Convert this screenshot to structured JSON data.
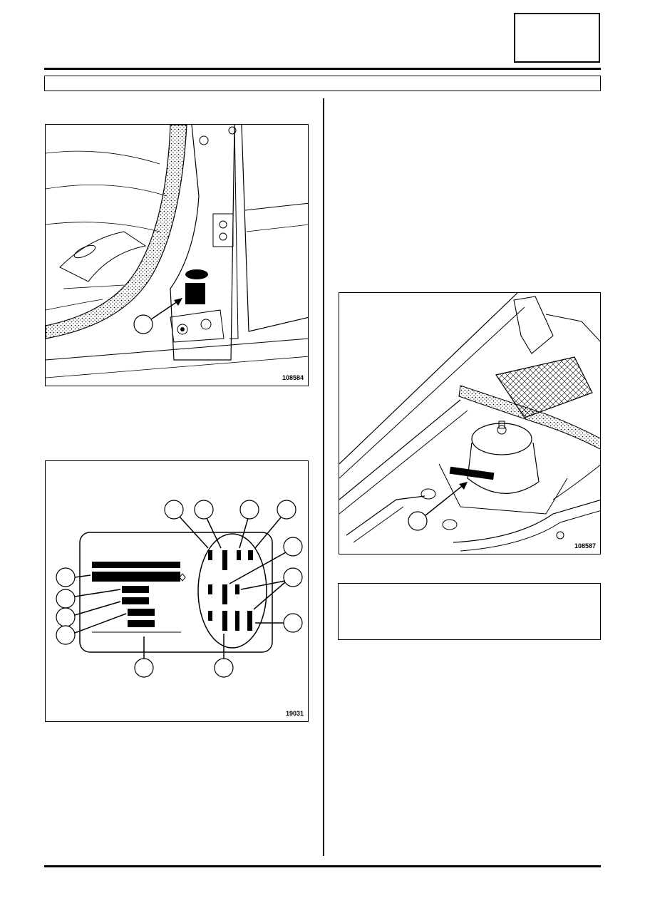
{
  "figures": [
    {
      "id": "fig-door-pillar",
      "number": "108584"
    },
    {
      "id": "fig-label-plate",
      "number": "19031"
    },
    {
      "id": "fig-engine-bay",
      "number": "108587"
    }
  ]
}
